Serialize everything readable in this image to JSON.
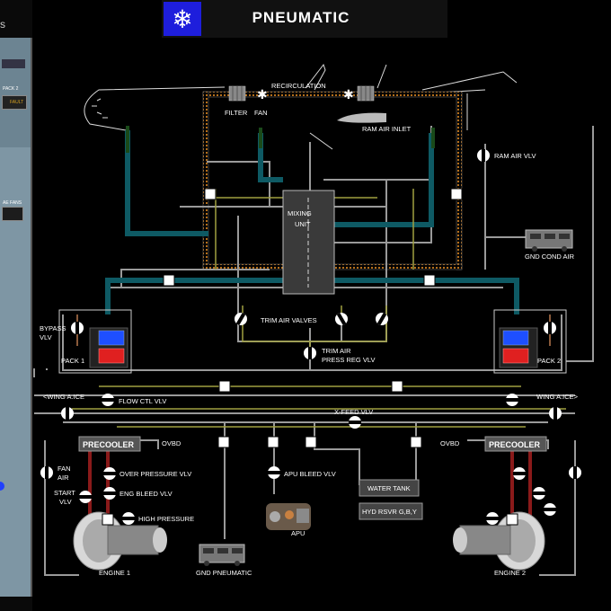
{
  "header": {
    "title": "PNEUMATIC",
    "corner": "s",
    "icon": "snowflake-icon"
  },
  "left_panel": {
    "labels": [
      "PACK 2",
      "FAULT",
      "AE FANS"
    ]
  },
  "labels": {
    "recirculation": "RECIRCULATION",
    "filter": "FILTER",
    "fan": "FAN",
    "ram_air_inlet": "RAM AIR INLET",
    "ram_air_vlv": "RAM AIR VLV",
    "mixing": "MIXING",
    "unit": "UNIT",
    "gnd_cond_air": "GND COND AIR",
    "bypass": "BYPASS",
    "vlv": "VLV",
    "pack1": "PACK 1",
    "pack2": "PACK 2",
    "trim_air_valves": "TRIM AIR VALVES",
    "trim_air": "TRIM AIR",
    "press_reg_vlv": "PRESS REG VLV",
    "wing_aice_left": "<WING A.ICE",
    "wing_aice_right": "WING A.ICE>",
    "flow_ctl_vlv": "FLOW CTL VLV",
    "xfeed_vlv": "X-FEED VLV",
    "precooler_left": "PRECOOLER",
    "precooler_right": "PRECOOLER",
    "ovbd_left": "OVBD",
    "ovbd_right": "OVBD",
    "fan_air_1": "FAN",
    "fan_air_2": "AIR",
    "over_pressure_vlv": "OVER PRESSURE VLV",
    "eng_bleed_vlv": "ENG BLEED VLV",
    "start": "START",
    "start_vlv": "VLV",
    "high_pressure": "HIGH PRESSURE",
    "apu_bleed_vlv": "APU BLEED VLV",
    "water_tank": "WATER TANK",
    "hyd_rsvr": "HYD RSVR G,B,Y",
    "apu": "APU",
    "engine1": "ENGINE 1",
    "engine2": "ENGINE 2",
    "gnd_pneumatic": "GND PNEUMATIC"
  },
  "colors": {
    "duct_gray": "#9a9a9a",
    "duct_teal": "#0e5a64",
    "duct_green": "#1a4a1a",
    "duct_olive": "#a0a040",
    "duct_red": "#8a1a1a",
    "recirc_orange": "#c87a1e",
    "header_blue": "#1e1edc",
    "panel_blue": "#7e96a4"
  }
}
